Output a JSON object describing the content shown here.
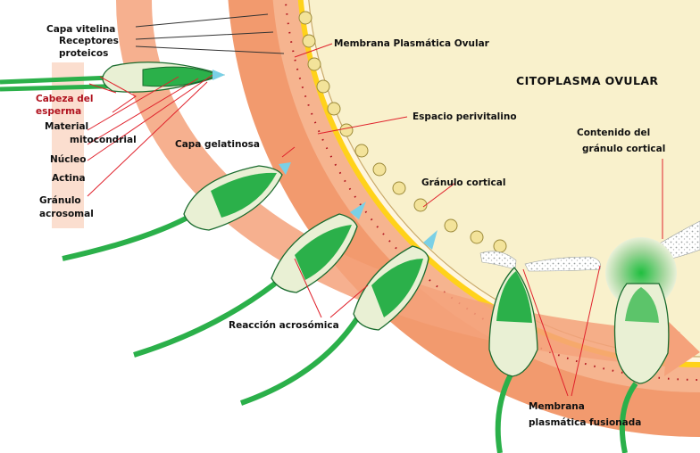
{
  "labels": {
    "capa_vitelina": "Capa vitelina",
    "receptores_1": "Receptores",
    "receptores_2": "proteicos",
    "cabeza_1": "Cabeza del",
    "cabeza_2": "esperma",
    "material_1": "Material",
    "material_2": "mitocondrial",
    "nucleo": "Núcleo",
    "actina": "Actina",
    "granulo_acro_1": "Gránulo",
    "granulo_acro_2": "acrosomal",
    "capa_gelatinosa": "Capa gelatinosa",
    "membrana_ovular": "Membrana Plasmática Ovular",
    "citoplasma": "CITOPLASMA OVULAR",
    "espacio": "Espacio perivitalino",
    "contenido_1": "Contenido del",
    "contenido_2": "gránulo cortical",
    "granulo_cortical": "Gránulo cortical",
    "reaccion": "Reacción acrosómica",
    "membrana_fus_1": "Membrana",
    "membrana_fus_2": "plasmática fusionada"
  },
  "colors": {
    "cytoplasm": "#f9f1cc",
    "jelly_layer": "#f29a6e",
    "vitelline": "#ffd21a",
    "sperm_green": "#2bb04a",
    "arrow": "#f5a27b",
    "leader_red": "#e0222c",
    "label_red": "#b0121e"
  }
}
